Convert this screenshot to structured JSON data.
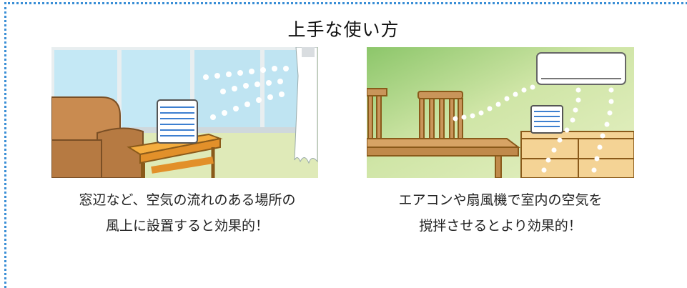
{
  "title": "上手な使い方",
  "panels": {
    "left": {
      "caption_line1": "窓辺など、空気の流れのある場所の",
      "caption_line2": "風上に設置すると効果的！"
    },
    "right": {
      "caption_line1": "エアコンや扇風機で室内の空気を",
      "caption_line2": "撹拌させるとより効果的！"
    }
  },
  "colors": {
    "border_dots": "#3b8fd6",
    "airflow_dots": "#ffffff",
    "wall_green": "#dde9b4",
    "wall_green_dark": "#9ccc70",
    "sky_blue": "#bfe6f4",
    "sofa_brown": "#c88a4f",
    "table_orange": "#f2a236",
    "wood_light": "#f3d18f"
  }
}
